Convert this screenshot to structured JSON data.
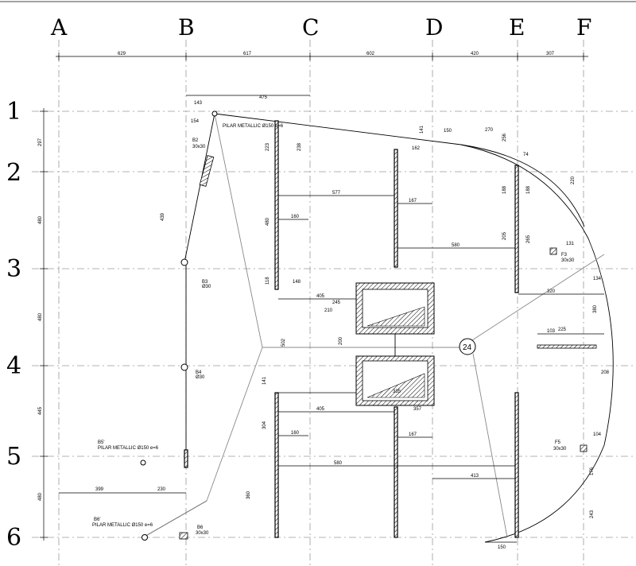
{
  "axes": {
    "columns": [
      "A",
      "B",
      "C",
      "D",
      "E",
      "F"
    ],
    "rows": [
      "1",
      "2",
      "3",
      "4",
      "5",
      "6"
    ]
  },
  "top_dimensions": [
    "629",
    "617",
    "602",
    "420",
    "307"
  ],
  "left_dimensions": [
    "297",
    "480",
    "480",
    "445",
    "480"
  ],
  "callout": "24",
  "labels": {
    "pilar1": "PILAR METALLIC Ø150 e=6",
    "pilar2": "PILAR METALLIC Ø150 e=6",
    "pilar3": "PILAR METALLIC Ø150 e=6",
    "b2": "B2",
    "b2_size": "30x30",
    "b3": "B3",
    "b3_size": "Ø30",
    "b4": "B4",
    "b4_size": "Ø30",
    "b6": "B6",
    "b6_size": "30x30",
    "f3": "F3",
    "f3_size": "30x30",
    "f5": "F5",
    "f5_size": "30x30",
    "b5": "B5'",
    "b6b": "B6'"
  },
  "dims": {
    "d475": "475",
    "d143": "143",
    "d154": "154",
    "d238": "238",
    "d223": "223",
    "d480": "480",
    "d160": "160",
    "d577": "577",
    "d167": "167",
    "d580": "580",
    "d150": "150",
    "d270": "270",
    "d162": "162",
    "d256": "256",
    "d188": "188",
    "d265": "265",
    "d220": "220",
    "d205": "205",
    "d320": "320",
    "d148": "148",
    "d405": "405",
    "d245": "245",
    "d210": "210",
    "d502": "502",
    "d335": "335",
    "d200": "200",
    "d103": "103",
    "d225": "225",
    "d357": "357",
    "d304": "304",
    "d413": "413",
    "d399": "399",
    "d230": "230",
    "d360": "360",
    "d208": "208",
    "d243": "243",
    "d104": "104",
    "d176": "176",
    "d131": "131",
    "d380": "380",
    "d141": "141",
    "d439": "439",
    "d74": "74",
    "d134": "134",
    "d118": "118",
    "d188b": "188"
  }
}
